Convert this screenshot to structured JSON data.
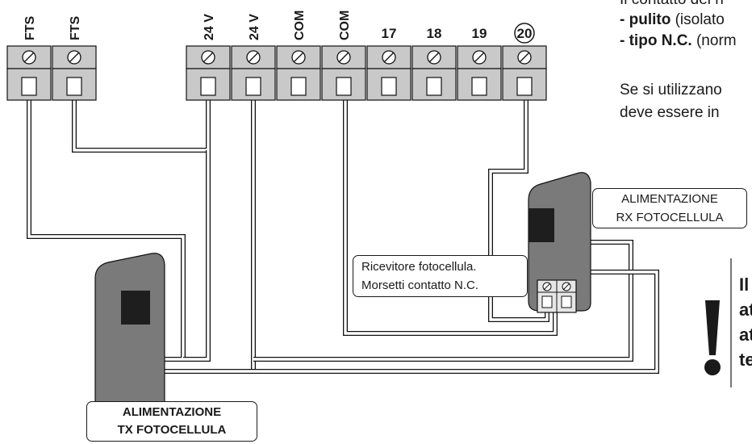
{
  "terminals": [
    {
      "label": "FTS",
      "rotated": true
    },
    {
      "label": "FTS",
      "rotated": true
    },
    {
      "label": "24 V",
      "rotated": true
    },
    {
      "label": "24 V",
      "rotated": true
    },
    {
      "label": "COM",
      "rotated": true
    },
    {
      "label": "COM",
      "rotated": true
    },
    {
      "label": "17",
      "rotated": false
    },
    {
      "label": "18",
      "rotated": false
    },
    {
      "label": "19",
      "rotated": false
    },
    {
      "label": "20",
      "rotated": false,
      "circled": true
    }
  ],
  "labels": {
    "rx_power": [
      "ALIMENTAZIONE",
      "RX FOTOCELLULA"
    ],
    "tx_power": [
      "ALIMENTAZIONE",
      "TX FOTOCELLULA"
    ],
    "receiver": [
      "Ricevitore fotocellula.",
      "Morsetti contatto N.C."
    ]
  },
  "notes": {
    "line1": "Il contatto del ri",
    "line2_bold": "- pulito",
    "line2_rest": " (isolato",
    "line3_bold": "- tipo N.C.",
    "line3_rest": " (norm",
    "line4": "Se si utilizzano",
    "line5": "deve essere in"
  },
  "warning": {
    "lines": [
      "Il",
      "at",
      "at",
      "te"
    ]
  },
  "colors": {
    "terminal_fill": "#c9c9c9",
    "device_fill": "#7a7a7a",
    "device_window": "#1e1e1e",
    "ink": "#1a1a1a"
  },
  "icons": [
    "screw-icon",
    "exclamation-icon"
  ]
}
